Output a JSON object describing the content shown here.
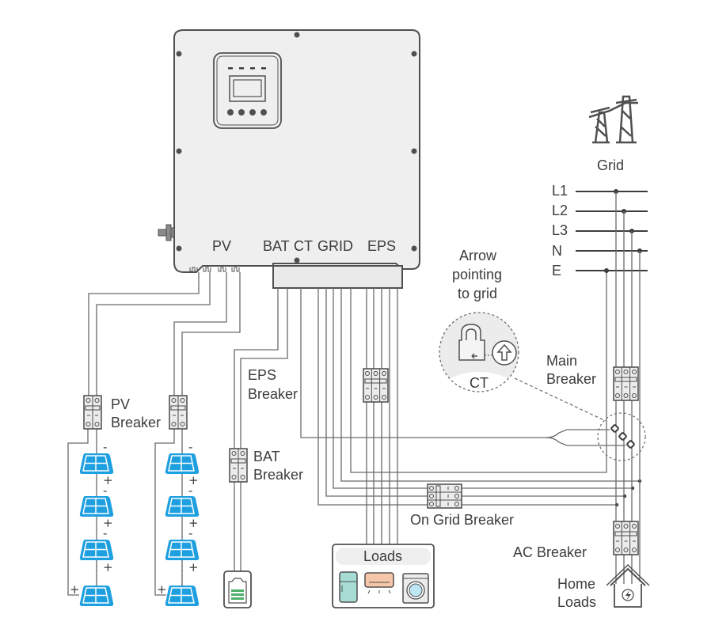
{
  "inverter": {
    "port_labels": {
      "pv": "PV",
      "bat": "BAT",
      "ct": "CT",
      "grid": "GRID",
      "eps": "EPS"
    }
  },
  "grid": {
    "title": "Grid",
    "lines": [
      "L1",
      "L2",
      "L3",
      "N",
      "E"
    ]
  },
  "ct": {
    "caption_line1": "Arrow",
    "caption_line2": "pointing",
    "caption_line3": "to grid",
    "label": "CT"
  },
  "breakers": {
    "pv": {
      "line1": "PV",
      "line2": "Breaker"
    },
    "eps": {
      "line1": "EPS",
      "line2": "Breaker"
    },
    "bat": {
      "line1": "BAT",
      "line2": "Breaker"
    },
    "main": {
      "line1": "Main",
      "line2": "Breaker"
    },
    "on_grid": "On Grid Breaker",
    "ac": "AC Breaker"
  },
  "loads": {
    "title": "Loads",
    "items": [
      "refrigerator",
      "air-conditioner",
      "washing-machine"
    ]
  },
  "home_loads": {
    "line1": "Home",
    "line2": "Loads"
  },
  "pv_strings": {
    "minus": "-",
    "plus": "+"
  },
  "colors": {
    "solar_panel": "#1e9fe0",
    "battery_level": "#4caf6a",
    "fridge": "#a6dcd3",
    "ac_unit": "#f6c6a8",
    "washer_door": "#bfe6f4",
    "inverter_body": "#efeff0"
  }
}
